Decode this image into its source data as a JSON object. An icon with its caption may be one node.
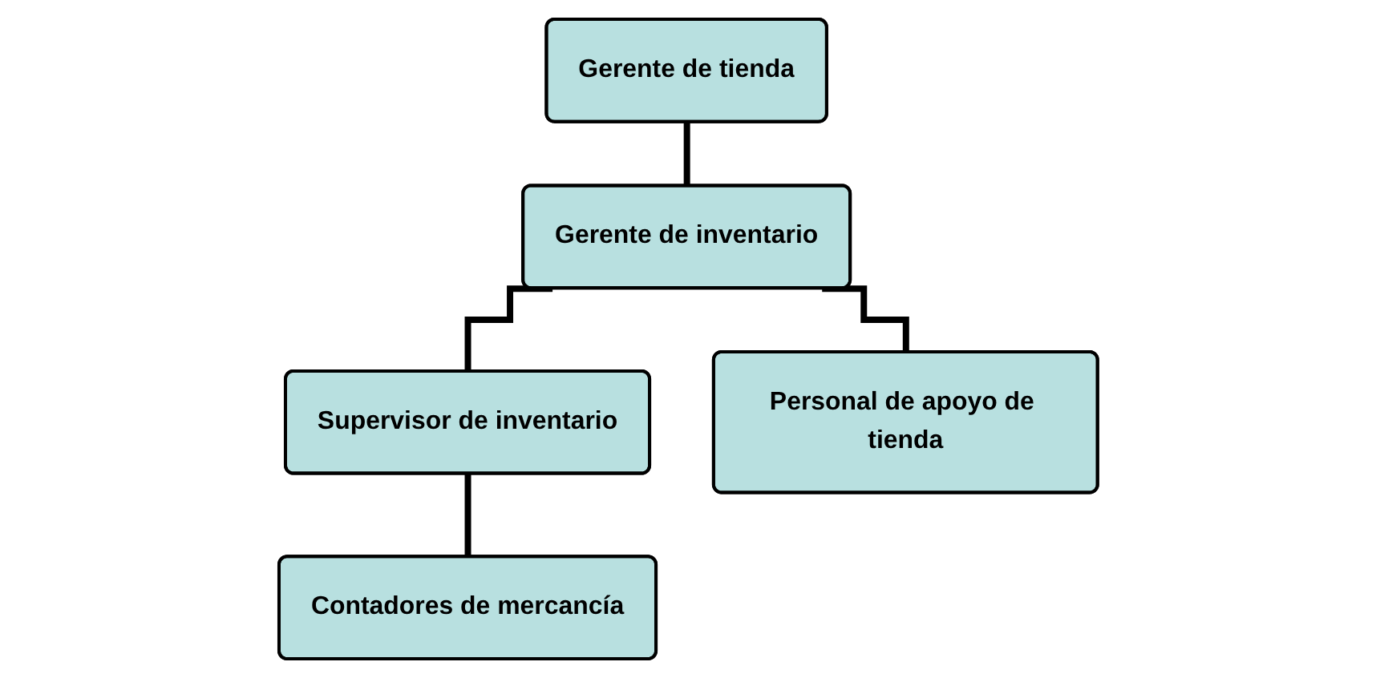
{
  "diagram": {
    "nodes": [
      {
        "text": [
          "Gerente de tienda"
        ]
      },
      {
        "text": [
          "Gerente de inventario"
        ]
      },
      {
        "text": [
          "Supervisor de inventario"
        ]
      },
      {
        "text": [
          "Personal de apoyo de tienda"
        ]
      },
      {
        "text": [
          "Contadores de mercancía"
        ]
      }
    ],
    "edges": [
      {
        "from": 0,
        "to": 1,
        "arrow": "none"
      },
      {
        "from": 1,
        "to": 2,
        "arrow": "none"
      },
      {
        "from": 1,
        "to": 3,
        "arrow": "none"
      },
      {
        "from": 2,
        "to": 4,
        "arrow": "none"
      }
    ]
  }
}
